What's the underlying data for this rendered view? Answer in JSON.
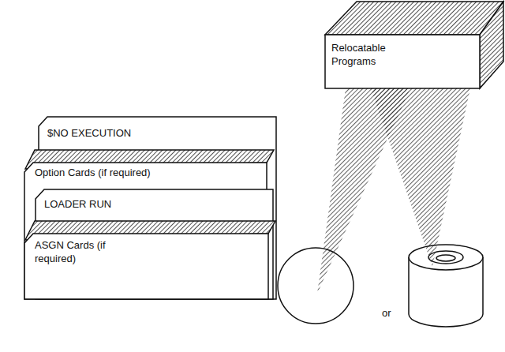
{
  "diagram": {
    "nodes": [
      {
        "text": [
          "Relocatable Programs"
        ]
      },
      {
        "text": [
          "$NO EXECUTION"
        ]
      },
      {
        "text": [
          "Option Cards (if required)"
        ]
      },
      {
        "text": [
          "LOADER RUN"
        ]
      },
      {
        "text": [
          "ASGN Cards (if required)"
        ]
      }
    ],
    "labels": [
      "or"
    ]
  }
}
